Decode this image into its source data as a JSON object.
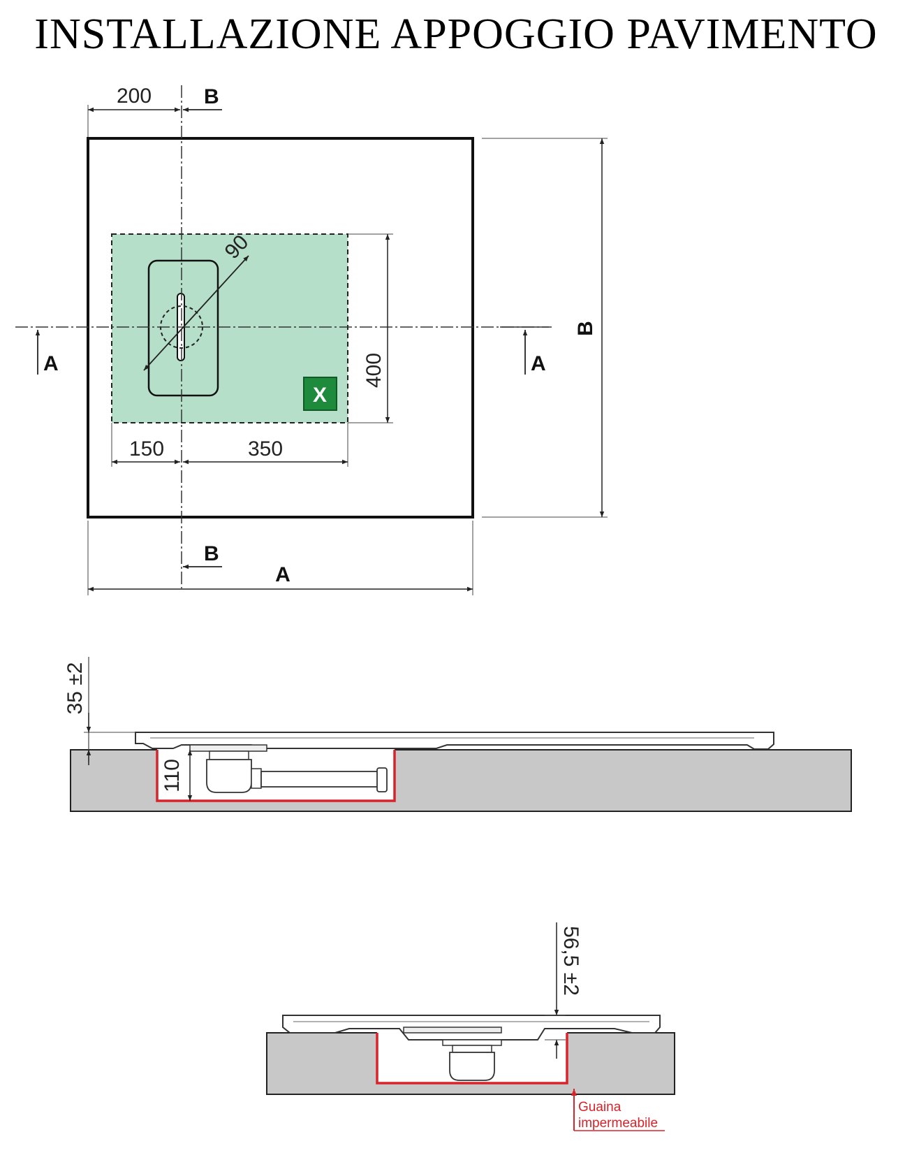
{
  "title": "INSTALLAZIONE APPOGGIO PAVIMENTO",
  "plan": {
    "dim_200": "200",
    "dim_150": "150",
    "dim_350": "350",
    "dim_400": "400",
    "dim_90": "90",
    "label_A": "A",
    "label_B": "B",
    "zone_marker": "X",
    "colors": {
      "zone_fill": "#b5dfc9",
      "marker_green": "#1e8a3c"
    }
  },
  "section_a": {
    "height_tolerance": "35 ±2",
    "depth": "110",
    "colors": {
      "floor": "#c8c8c8",
      "membrane": "#d8232a"
    }
  },
  "section_b": {
    "height_tolerance": "56,5 ±2",
    "membrane_label_line1": "Guaina",
    "membrane_label_line2": "impermeabile"
  }
}
